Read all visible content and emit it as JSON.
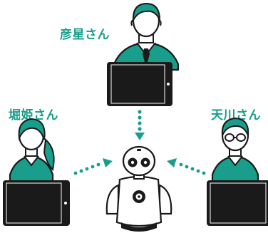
{
  "labels": {
    "top": "彦星さん",
    "left": "堀姫さん",
    "right": "天川さん"
  },
  "colors": {
    "accent": "#1a9e8c",
    "outline": "#1a1a1a",
    "tablet": "#1a1a1a",
    "robot_body": "#ffffff"
  },
  "icons": {
    "person_top": "man-with-tie-icon",
    "person_left": "woman-with-ponytail-icon",
    "person_right": "man-with-glasses-icon",
    "robot": "telepresence-robot-icon",
    "tablet": "tablet-icon",
    "arrow": "dotted-arrow-icon"
  }
}
